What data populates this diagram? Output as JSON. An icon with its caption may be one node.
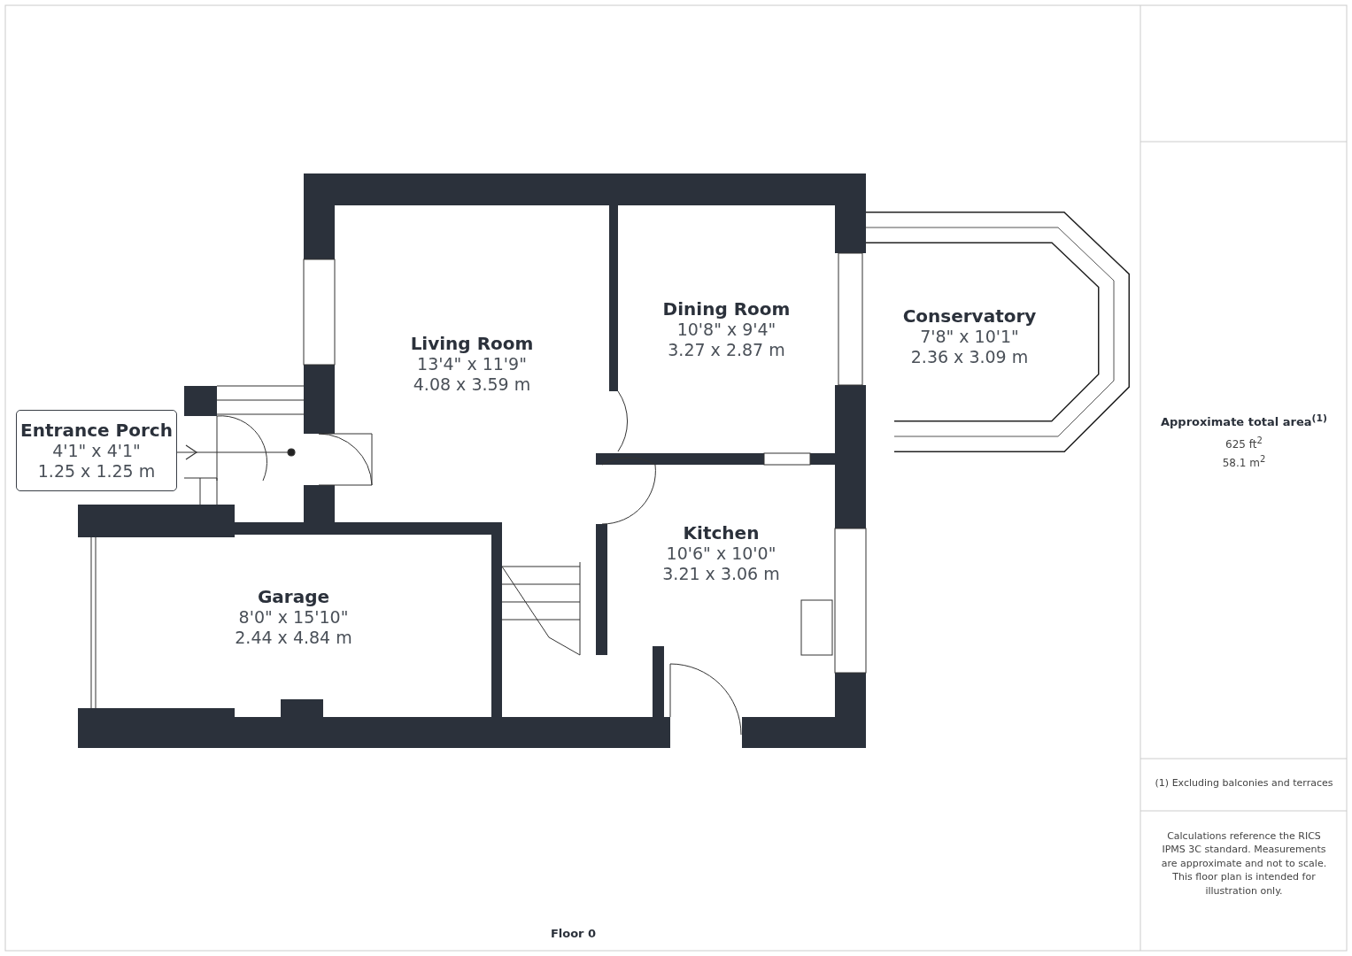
{
  "diagram": {
    "title": "Floor 0",
    "nodes": [
      {
        "text": [
          "Living Room",
          "13'4\" x 11'9\"",
          "4.08 x 3.59 m"
        ]
      },
      {
        "text": [
          "Dining Room",
          "10'8\" x 9'4\"",
          "3.27 x 2.87 m"
        ]
      },
      {
        "text": [
          "Conservatory",
          "7'8\" x 10'1\"",
          "2.36 x 3.09 m"
        ]
      },
      {
        "text": [
          "Entrance Porch",
          "4'1\" x 4'1\"",
          "1.25 x 1.25 m"
        ]
      },
      {
        "text": [
          "Kitchen",
          "10'6\" x 10'0\"",
          "3.21 x 3.06 m"
        ]
      },
      {
        "text": [
          "Garage",
          "8'0\" x 15'10\"",
          "2.44 x 4.84 m"
        ]
      }
    ],
    "edges": [],
    "labels": [
      "Approximate total area$^{(1)}$",
      "625 ft$^{2}$",
      "58.1 m$^{2}$",
      "(1) Excluding balconies and terraces",
      "Calculations reference the RICS IPMS 3C standard. Measurements are approximate and not to scale. This floor plan is intended for illustration only."
    ]
  }
}
